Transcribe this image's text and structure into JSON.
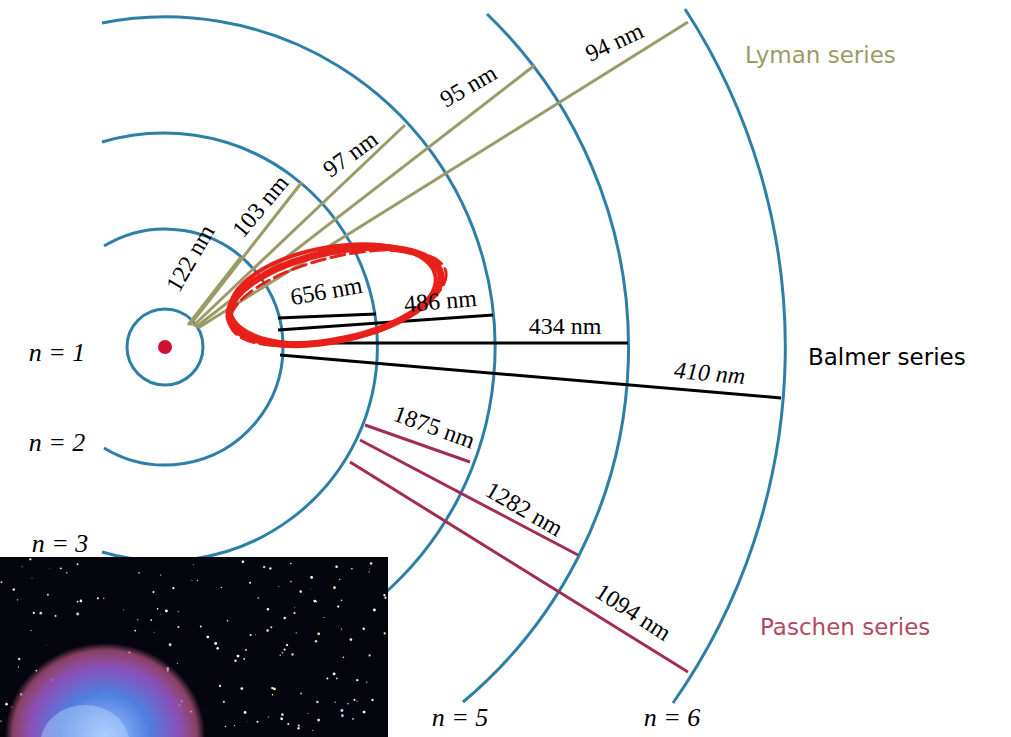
{
  "diagram": {
    "labels": [
      "94 nm",
      "Lyman series",
      "95 nm",
      "97 nm",
      "103 nm",
      "122 nm",
      "656 nm",
      "486 nm",
      "434 nm",
      "n = 1",
      "Balmer series",
      "410 nm",
      "1875 nm",
      "n = 2",
      "1282 nm",
      "n = 3",
      "1094 nm",
      "Paschen series",
      "n = 5",
      "n = 6"
    ]
  }
}
